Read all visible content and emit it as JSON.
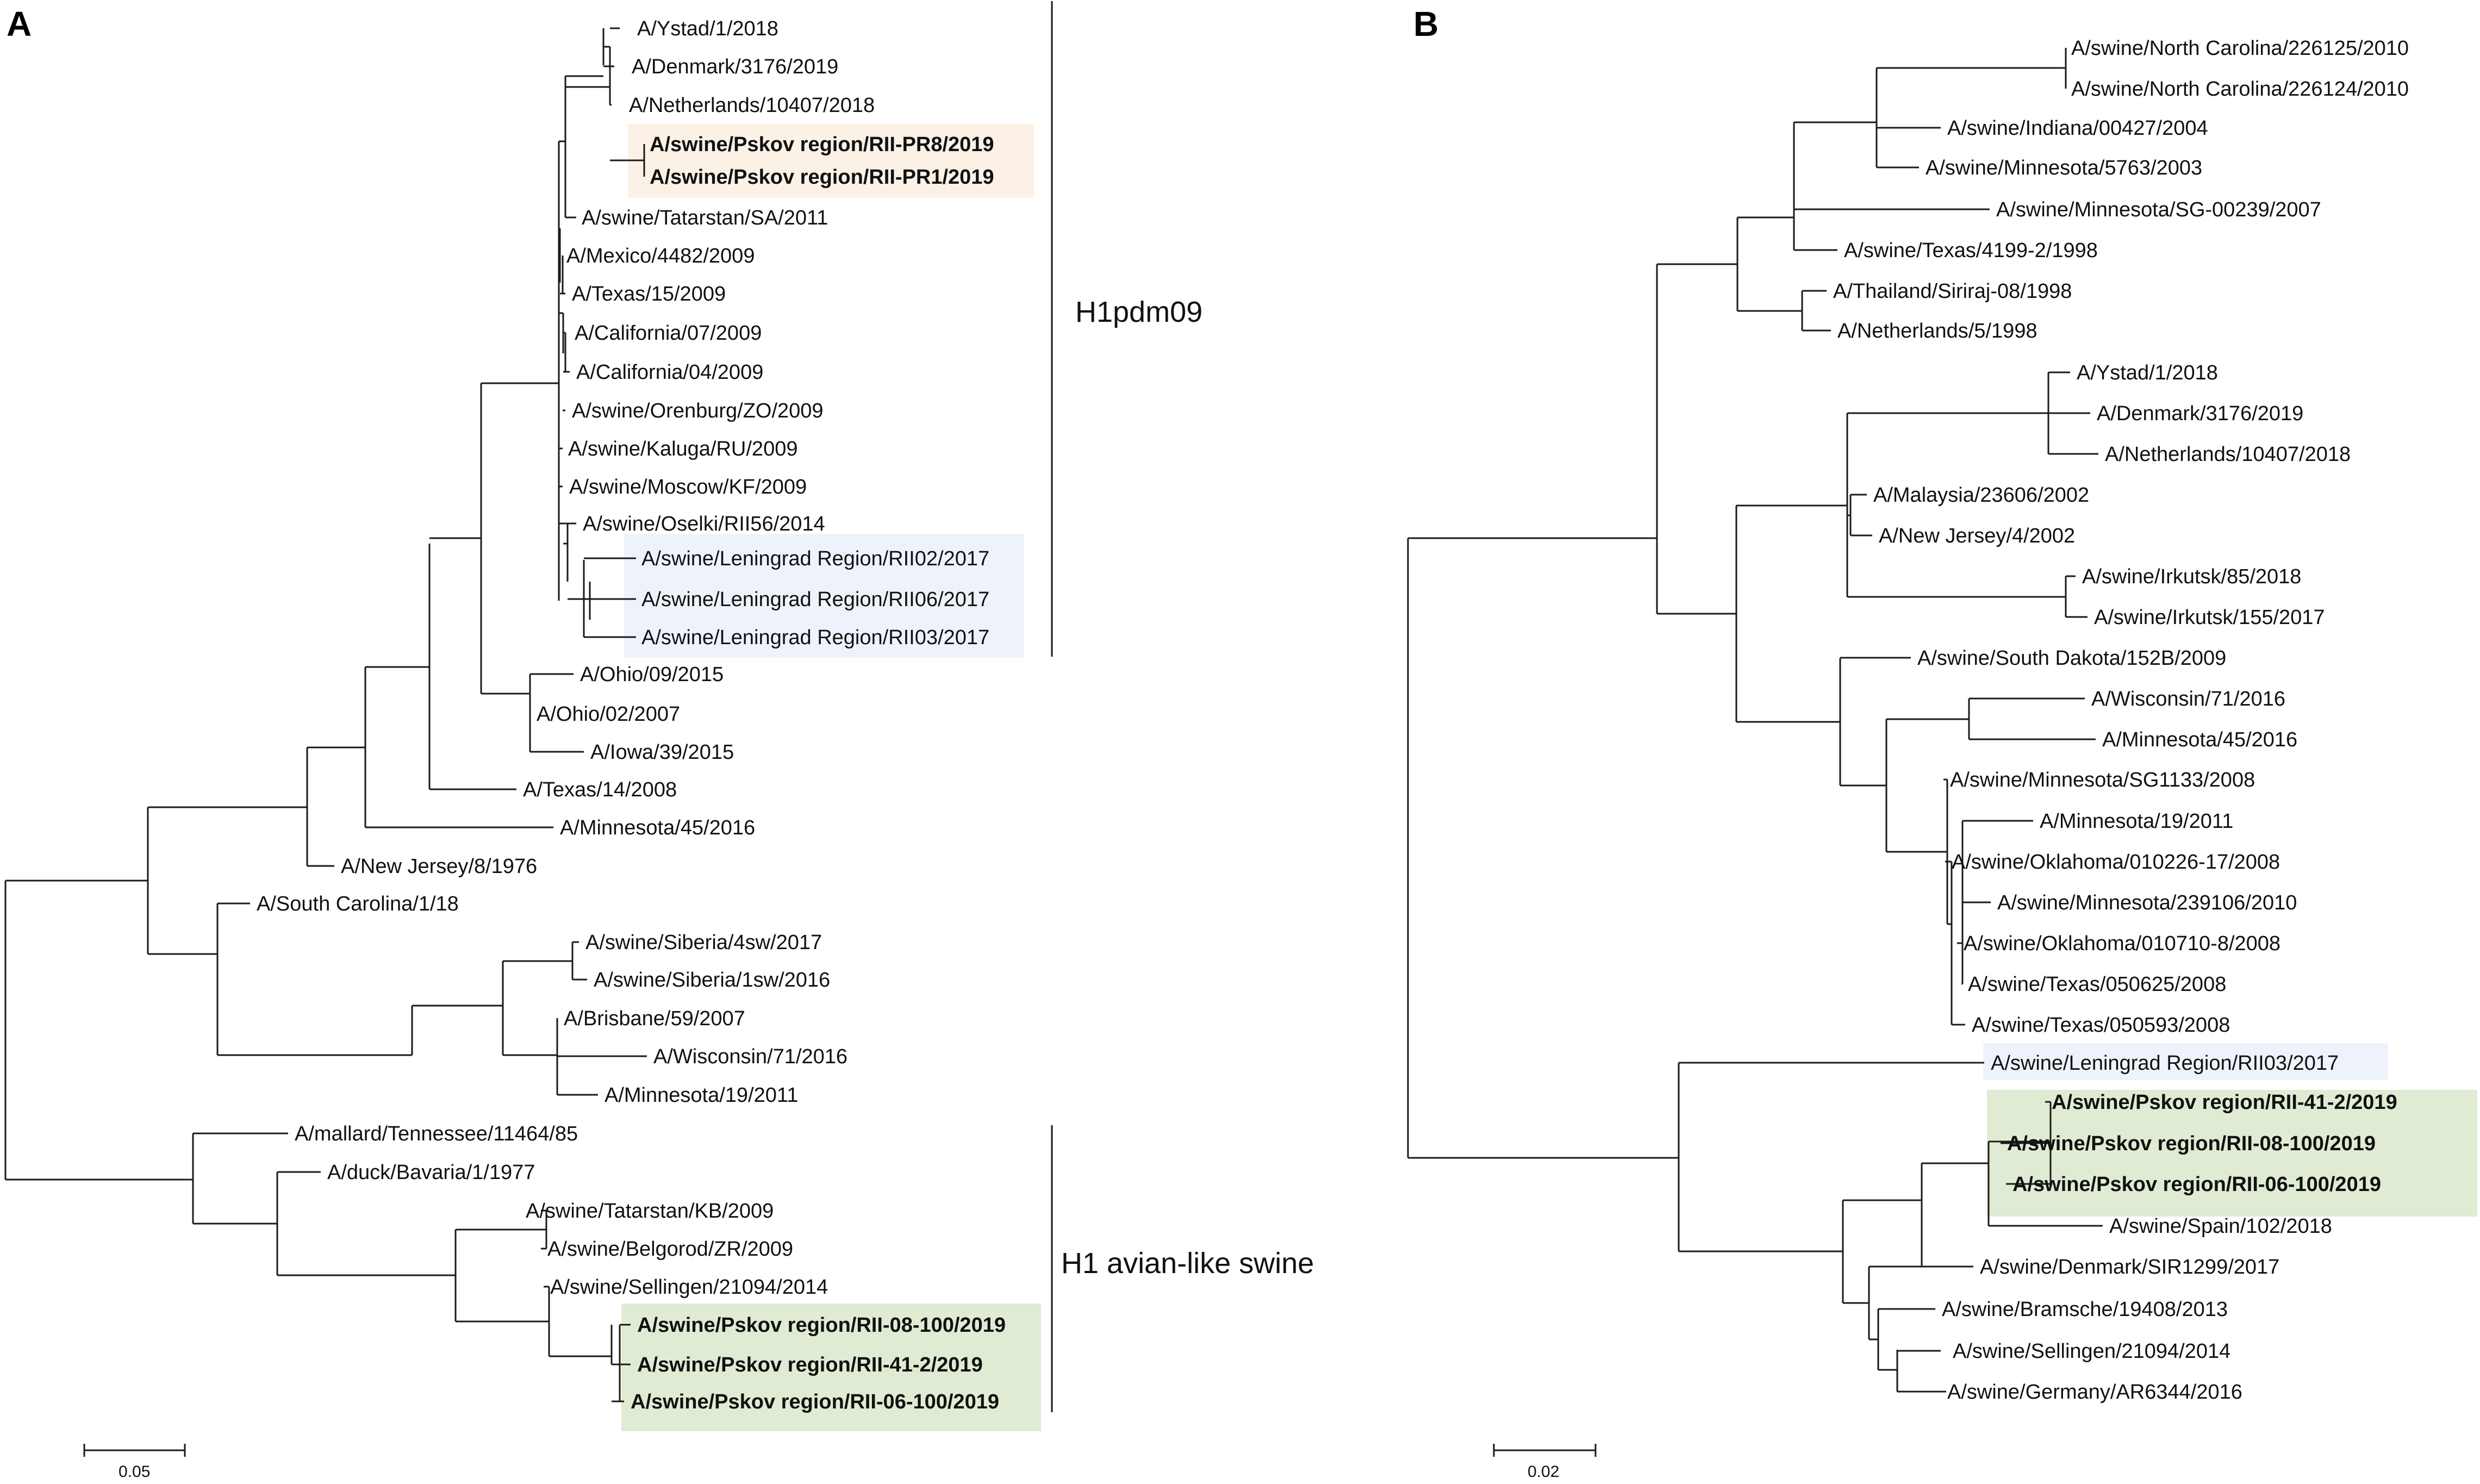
{
  "colors": {
    "branch": "#1a1a1a",
    "text": "#111111",
    "highlight_tan_bg": "#fbf1e6",
    "highlight_tan_text": "#b4a08e",
    "highlight_blue_bg": "#eef3fb",
    "highlight_blue_text": "#6e6e6e",
    "highlight_green_bg": "#dfecd3",
    "highlight_green_text": "#8aa37e"
  },
  "panels": [
    {
      "letter": "A",
      "scale_label": "0.05",
      "clades": [
        {
          "label": "H1pdm09"
        },
        {
          "label": "H1 avian-like swine"
        }
      ],
      "leaves": [
        {
          "label": "A/Ystad/1/2018",
          "hl": ""
        },
        {
          "label": "A/Denmark/3176/2019",
          "hl": ""
        },
        {
          "label": "A/Netherlands/10407/2018",
          "hl": ""
        },
        {
          "label": "A/swine/Pskov region/RII-PR8/2019",
          "hl": "tan"
        },
        {
          "label": "A/swine/Pskov region/RII-PR1/2019",
          "hl": "tan"
        },
        {
          "label": "A/swine/Tatarstan/SA/2011",
          "hl": ""
        },
        {
          "label": "A/Mexico/4482/2009",
          "hl": ""
        },
        {
          "label": "A/Texas/15/2009",
          "hl": ""
        },
        {
          "label": "A/California/07/2009",
          "hl": ""
        },
        {
          "label": "A/California/04/2009",
          "hl": ""
        },
        {
          "label": "A/swine/Orenburg/ZO/2009",
          "hl": ""
        },
        {
          "label": "A/swine/Kaluga/RU/2009",
          "hl": ""
        },
        {
          "label": "A/swine/Moscow/KF/2009",
          "hl": ""
        },
        {
          "label": "A/swine/Oselki/RII56/2014",
          "hl": ""
        },
        {
          "label": "A/swine/Leningrad Region/RII02/2017",
          "hl": "blue"
        },
        {
          "label": "A/swine/Leningrad Region/RII06/2017",
          "hl": "blue"
        },
        {
          "label": "A/swine/Leningrad Region/RII03/2017",
          "hl": "blue"
        },
        {
          "label": "A/Ohio/09/2015",
          "hl": ""
        },
        {
          "label": "A/Ohio/02/2007",
          "hl": ""
        },
        {
          "label": "A/Iowa/39/2015",
          "hl": ""
        },
        {
          "label": "A/Texas/14/2008",
          "hl": ""
        },
        {
          "label": "A/Minnesota/45/2016",
          "hl": ""
        },
        {
          "label": "A/New Jersey/8/1976",
          "hl": ""
        },
        {
          "label": "A/South Carolina/1/18",
          "hl": ""
        },
        {
          "label": "A/swine/Siberia/4sw/2017",
          "hl": ""
        },
        {
          "label": "A/swine/Siberia/1sw/2016",
          "hl": ""
        },
        {
          "label": "A/Brisbane/59/2007",
          "hl": ""
        },
        {
          "label": "A/Wisconsin/71/2016",
          "hl": ""
        },
        {
          "label": "A/Minnesota/19/2011",
          "hl": ""
        },
        {
          "label": "A/mallard/Tennessee/11464/85",
          "hl": ""
        },
        {
          "label": "A/duck/Bavaria/1/1977",
          "hl": ""
        },
        {
          "label": "A/swine/Tatarstan/KB/2009",
          "hl": ""
        },
        {
          "label": "A/swine/Belgorod/ZR/2009",
          "hl": ""
        },
        {
          "label": "A/swine/Sellingen/21094/2014",
          "hl": ""
        },
        {
          "label": "A/swine/Pskov region/RII-08-100/2019",
          "hl": "green"
        },
        {
          "label": "A/swine/Pskov region/RII-41-2/2019",
          "hl": "green"
        },
        {
          "label": "A/swine/Pskov region/RII-06-100/2019",
          "hl": "green"
        }
      ]
    },
    {
      "letter": "B",
      "scale_label": "0.02",
      "clades": [],
      "leaves": [
        {
          "label": "A/swine/North Carolina/226125/2010",
          "hl": ""
        },
        {
          "label": "A/swine/North Carolina/226124/2010",
          "hl": ""
        },
        {
          "label": "A/swine/Indiana/00427/2004",
          "hl": ""
        },
        {
          "label": "A/swine/Minnesota/5763/2003",
          "hl": ""
        },
        {
          "label": "A/swine/Minnesota/SG-00239/2007",
          "hl": ""
        },
        {
          "label": "A/swine/Texas/4199-2/1998",
          "hl": ""
        },
        {
          "label": "A/Thailand/Siriraj-08/1998",
          "hl": ""
        },
        {
          "label": "A/Netherlands/5/1998",
          "hl": ""
        },
        {
          "label": "A/Ystad/1/2018",
          "hl": ""
        },
        {
          "label": "A/Denmark/3176/2019",
          "hl": ""
        },
        {
          "label": "A/Netherlands/10407/2018",
          "hl": ""
        },
        {
          "label": "A/Malaysia/23606/2002",
          "hl": ""
        },
        {
          "label": "A/New Jersey/4/2002",
          "hl": ""
        },
        {
          "label": "A/swine/Irkutsk/85/2018",
          "hl": ""
        },
        {
          "label": "A/swine/Irkutsk/155/2017",
          "hl": ""
        },
        {
          "label": "A/swine/South Dakota/152B/2009",
          "hl": ""
        },
        {
          "label": "A/Wisconsin/71/2016",
          "hl": ""
        },
        {
          "label": "A/Minnesota/45/2016",
          "hl": ""
        },
        {
          "label": "A/swine/Minnesota/SG1133/2008",
          "hl": ""
        },
        {
          "label": "A/Minnesota/19/2011",
          "hl": ""
        },
        {
          "label": "A/swine/Oklahoma/010226-17/2008",
          "hl": ""
        },
        {
          "label": "A/swine/Minnesota/239106/2010",
          "hl": ""
        },
        {
          "label": "A/swine/Oklahoma/010710-8/2008",
          "hl": ""
        },
        {
          "label": "A/swine/Texas/050625/2008",
          "hl": ""
        },
        {
          "label": "A/swine/Texas/050593/2008",
          "hl": ""
        },
        {
          "label": "A/swine/Leningrad Region/RII03/2017",
          "hl": "blue"
        },
        {
          "label": "A/swine/Pskov region/RII-41-2/2019",
          "hl": "green"
        },
        {
          "label": "A/swine/Pskov region/RII-08-100/2019",
          "hl": "green"
        },
        {
          "label": "A/swine/Pskov region/RII-06-100/2019",
          "hl": "green"
        },
        {
          "label": "A/swine/Spain/102/2018",
          "hl": ""
        },
        {
          "label": "A/swine/Denmark/SIR1299/2017",
          "hl": ""
        },
        {
          "label": "A/swine/Bramsche/19408/2013",
          "hl": ""
        },
        {
          "label": "A/swine/Sellingen/21094/2014",
          "hl": ""
        },
        {
          "label": "A/swine/Germany/AR6344/2016",
          "hl": ""
        }
      ]
    }
  ]
}
